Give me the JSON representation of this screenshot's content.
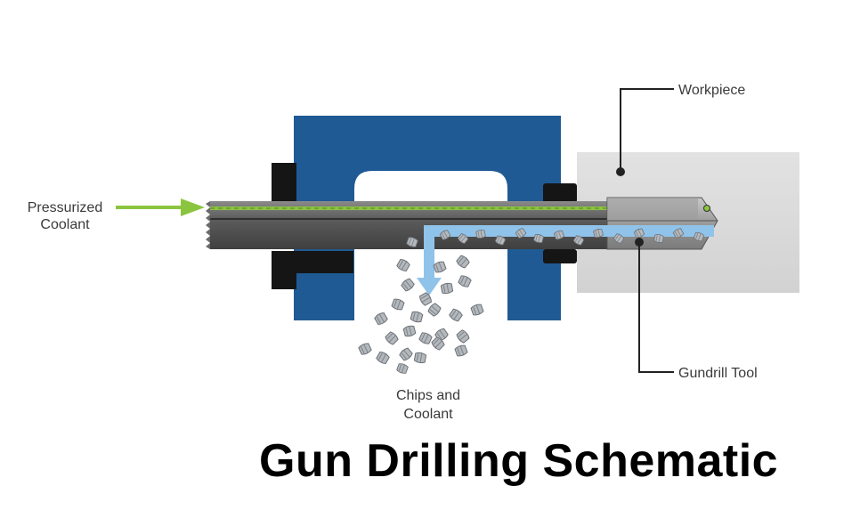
{
  "title": "Gun Drilling Schematic",
  "labels": {
    "pressurized_coolant": [
      "Pressurized",
      "Coolant"
    ],
    "workpiece": "Workpiece",
    "gundrill_tool": "Gundrill Tool",
    "chips_and_coolant": [
      "Chips and",
      "Coolant"
    ]
  },
  "colors": {
    "fixture_blue": "#1f5a94",
    "fixture_black": "#151515",
    "shaft_gray": "#5b5b5b",
    "workpiece_gray": "#dcdcdc",
    "coolant_green": "#8bc53f",
    "return_blue": "#8fc3ea",
    "chip_silver": "#aab0b6",
    "leader_line": "#222222",
    "title_black": "#000000"
  }
}
